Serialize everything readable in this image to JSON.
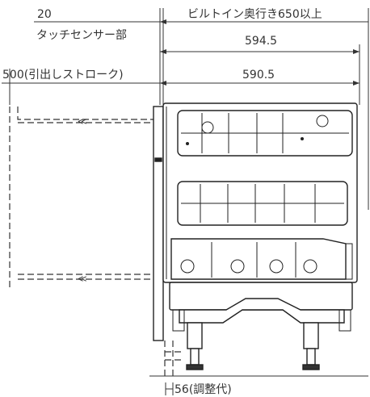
{
  "dimensions": {
    "touch_sensor_width": "20",
    "touch_sensor_label": "タッチセンサー部",
    "builtin_depth": "ビルトイン奥行き650以上",
    "overall_depth": "594.5",
    "body_depth": "590.5",
    "drawer_stroke": "500(引出しストローク)",
    "adjustment": "56(調整代)"
  }
}
